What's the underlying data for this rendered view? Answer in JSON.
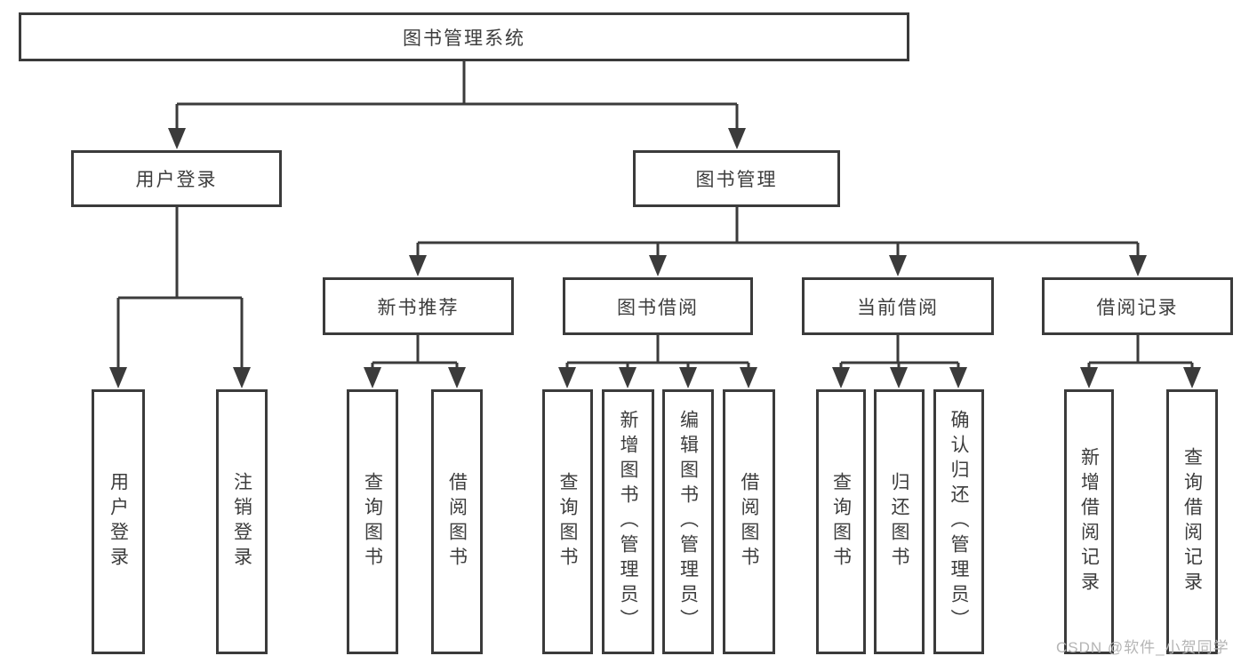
{
  "diagram_type": "hierarchy-tree",
  "title": "图书管理系统",
  "watermark": {
    "text": "CSDN @软件_小贺同学"
  },
  "colors": {
    "background": "#ffffff",
    "line": "#3b3b3b",
    "box_border": "#3b3b3b",
    "text": "#3d3d3d",
    "watermark": "#b5b5b5"
  },
  "nodes": [
    {
      "id": "root",
      "label": "图书管理系统",
      "parent": null
    },
    {
      "id": "user-login",
      "label": "用户登录",
      "parent": "root"
    },
    {
      "id": "book-mgmt",
      "label": "图书管理",
      "parent": "root"
    },
    {
      "id": "new-book-rec",
      "label": "新书推荐",
      "parent": "book-mgmt"
    },
    {
      "id": "book-borrow",
      "label": "图书借阅",
      "parent": "book-mgmt"
    },
    {
      "id": "current-borrow",
      "label": "当前借阅",
      "parent": "book-mgmt"
    },
    {
      "id": "borrow-records",
      "label": "借阅记录",
      "parent": "book-mgmt"
    },
    {
      "id": "leaf-user-login",
      "label": "用户登录",
      "parent": "user-login"
    },
    {
      "id": "leaf-logout",
      "label": "注销登录",
      "parent": "user-login"
    },
    {
      "id": "leaf-query-book-1",
      "label": "查询图书",
      "parent": "new-book-rec"
    },
    {
      "id": "leaf-borrow-book-1",
      "label": "借阅图书",
      "parent": "new-book-rec"
    },
    {
      "id": "leaf-query-book-2",
      "label": "查询图书",
      "parent": "book-borrow"
    },
    {
      "id": "leaf-add-book",
      "label": "新增图书（管理员）",
      "parent": "book-borrow"
    },
    {
      "id": "leaf-edit-book",
      "label": "编辑图书（管理员）",
      "parent": "book-borrow"
    },
    {
      "id": "leaf-borrow-book-2",
      "label": "借阅图书",
      "parent": "book-borrow"
    },
    {
      "id": "leaf-query-book-3",
      "label": "查询图书",
      "parent": "current-borrow"
    },
    {
      "id": "leaf-return-book",
      "label": "归还图书",
      "parent": "current-borrow"
    },
    {
      "id": "leaf-confirm-return",
      "label": "确认归还（管理员）",
      "parent": "current-borrow"
    },
    {
      "id": "leaf-add-borrow-record",
      "label": "新增借阅记录",
      "parent": "borrow-records"
    },
    {
      "id": "leaf-query-borrow-record",
      "label": "查询借阅记录",
      "parent": "borrow-records"
    }
  ]
}
